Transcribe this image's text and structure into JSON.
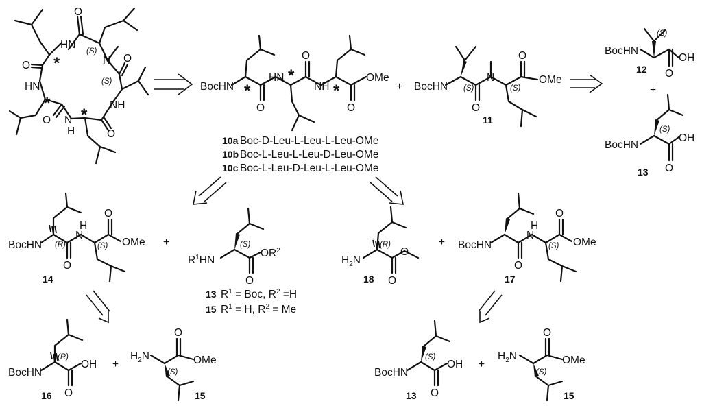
{
  "atoms": {
    "HN": "HN",
    "NH": "NH",
    "N": "N",
    "H": "H",
    "O": "O",
    "OH": "OH",
    "OMe": "OMe",
    "BocHN": "BocHN",
    "H2N": "H2N",
    "R1HN": "R1HN",
    "OR2": "OR2",
    "star": "*",
    "plus": "+"
  },
  "stereo": {
    "S": "(S)",
    "R": "(R)"
  },
  "compounds": {
    "c10a": {
      "id": "10a",
      "text": "Boc-D-Leu-L-Leu-L-Leu-OMe"
    },
    "c10b": {
      "id": "10b",
      "text": "Boc-L-Leu-L-Leu-D-Leu-OMe"
    },
    "c10c": {
      "id": "10c",
      "text": "Boc-L-Leu-D-Leu-L-Leu-OMe"
    },
    "c11": "11",
    "c12": "12",
    "c13": "13",
    "c14": "14",
    "c15": "15",
    "c16": "16",
    "c17": "17",
    "c18": "18"
  },
  "legend": {
    "line13": {
      "id": "13",
      "text": "R1 = Boc, R2 =H"
    },
    "line15": {
      "id": "15",
      "text": "R1 = H, R2 = Me"
    }
  }
}
